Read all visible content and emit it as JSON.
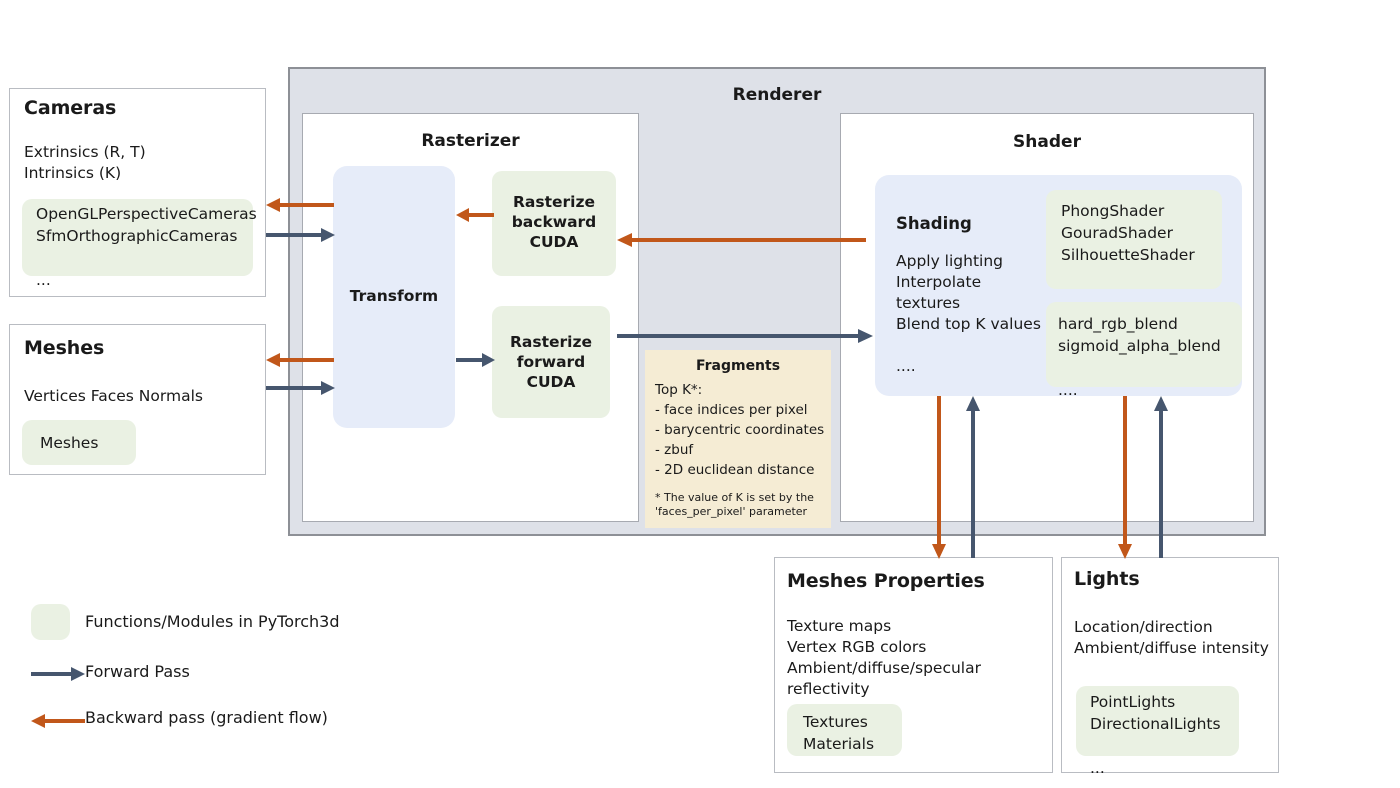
{
  "colors": {
    "forward": "#46566e",
    "backward": "#c1571a",
    "module_green": "#eaf1e3",
    "transform_blue": "#e6ecf9",
    "renderer_gray": "#dee1e8",
    "fragments_cream": "#f5ecd4"
  },
  "renderer": {
    "title": "Renderer"
  },
  "cameras": {
    "title": "Cameras",
    "properties": "Extrinsics (R, T)\nIntrinsics (K)",
    "modules": "OpenGLPerspectiveCameras\nSfmOrthographicCameras\n\n..."
  },
  "meshes": {
    "title": "Meshes",
    "properties": "Vertices   Faces   Normals",
    "modules": "Meshes"
  },
  "rasterizer": {
    "title": "Rasterizer",
    "transform_label": "Transform",
    "backward_label": "Rasterize\nbackward\nCUDA",
    "forward_label": "Rasterize\nforward\nCUDA"
  },
  "fragments": {
    "title": "Fragments",
    "body": "Top K*:\n- face indices per pixel\n- barycentric coordinates\n- zbuf\n- 2D euclidean distance",
    "note": "* The value of K is set by the\n'faces_per_pixel' parameter"
  },
  "shader": {
    "title": "Shader",
    "shading_label": "Shading",
    "shading_body": "Apply lighting\nInterpolate textures\nBlend top K values\n\n....",
    "shaders_modules": "PhongShader\nGouradShader\nSilhouetteShader\n\n...",
    "blend_modules": "hard_rgb_blend\nsigmoid_alpha_blend\n\n...."
  },
  "mesh_properties": {
    "title": "Meshes Properties",
    "properties": "Texture maps\nVertex RGB colors\nAmbient/diffuse/specular reflectivity\n\n...",
    "modules": "Textures\nMaterials"
  },
  "lights": {
    "title": "Lights",
    "properties": "Location/direction\nAmbient/diffuse intensity",
    "modules": "PointLights\nDirectionalLights\n\n..."
  },
  "legend": {
    "swatch_label": "Functions/Modules in PyTorch3d",
    "forward_label": "Forward Pass",
    "backward_label": "Backward pass (gradient flow)"
  }
}
